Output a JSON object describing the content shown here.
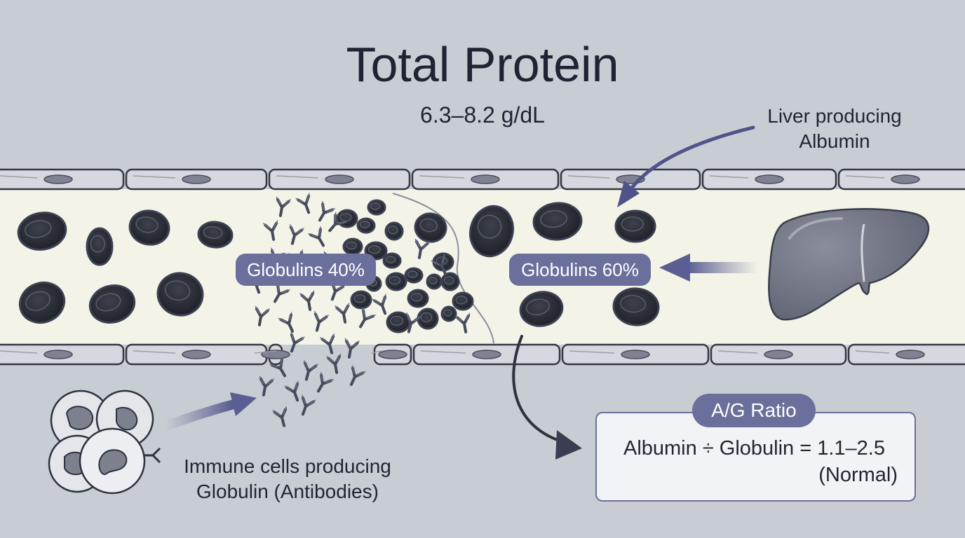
{
  "title": "Total Protein",
  "range": "6.3–8.2 g/dL",
  "liver_label": [
    "Liver producing",
    "Albumin"
  ],
  "immune_label": [
    "Immune cells producing",
    "Globulin (Antibodies)"
  ],
  "pill_left": "Globulins 40%",
  "pill_right": "Globulins 60%",
  "ratio": {
    "title": "A/G Ratio",
    "formula": "Albumin ÷ Globulin = 1.1–2.5",
    "normal": "(Normal)"
  },
  "colors": {
    "background": "#c8ccd3",
    "vessel_interior": "#f3f3e8",
    "vessel_wall": "#d5d8de",
    "cell_dark": "#2a2d36",
    "accent": "#6b6f9b",
    "liver": "#6e7282"
  }
}
